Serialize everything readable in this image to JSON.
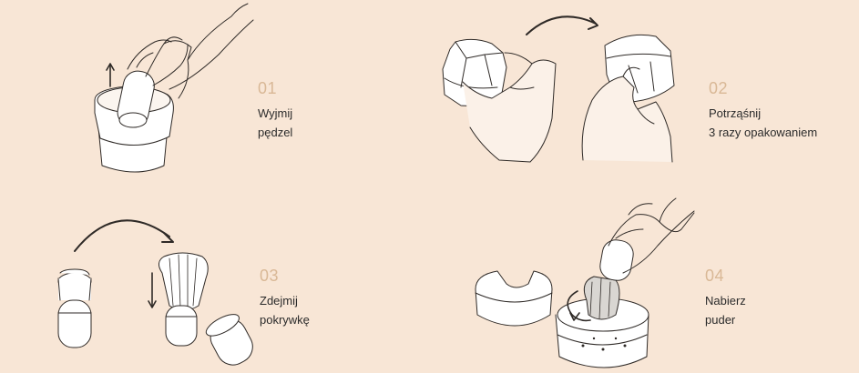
{
  "colors": {
    "background": "#f8e6d6",
    "step_number": "#d9b896",
    "text": "#2b2b2b",
    "line": "#2f2a27",
    "object_fill": "#ffffff"
  },
  "steps": [
    {
      "number": "01",
      "lines": [
        "Wyjmij",
        "pędzel"
      ]
    },
    {
      "number": "02",
      "lines": [
        "Potrząśnij",
        "3 razy opakowaniem"
      ]
    },
    {
      "number": "03",
      "lines": [
        "Zdejmij",
        "pokrywkę"
      ]
    },
    {
      "number": "04",
      "lines": [
        "Nabierz",
        "puder"
      ]
    }
  ]
}
